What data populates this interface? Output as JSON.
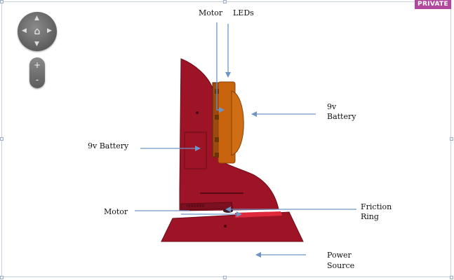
{
  "badge": "PRIVATE",
  "nav": {
    "up_icon": "arrow-up-icon",
    "down_icon": "arrow-down-icon",
    "left_icon": "arrow-left-icon",
    "right_icon": "arrow-right-icon",
    "home_icon": "home-icon",
    "zoom_in": "+",
    "zoom_out": "-"
  },
  "labels": {
    "motor_top": "Motor",
    "leds": "LEDs",
    "battery_right_1": "9v",
    "battery_right_2": "Battery",
    "battery_left": "9v Battery",
    "motor_bottom": "Motor",
    "friction_1": "Friction",
    "friction_2": "Ring",
    "power_1": "Power",
    "power_2": "Source"
  },
  "colors": {
    "body_red": "#9c1425",
    "body_dark": "#6e0c19",
    "stripe_red": "#e0283c",
    "battery_orange": "#c8640e",
    "battery_dark": "#8a4208",
    "arrow_blue": "#6f95c6",
    "badge_purple": "#b2479e"
  }
}
